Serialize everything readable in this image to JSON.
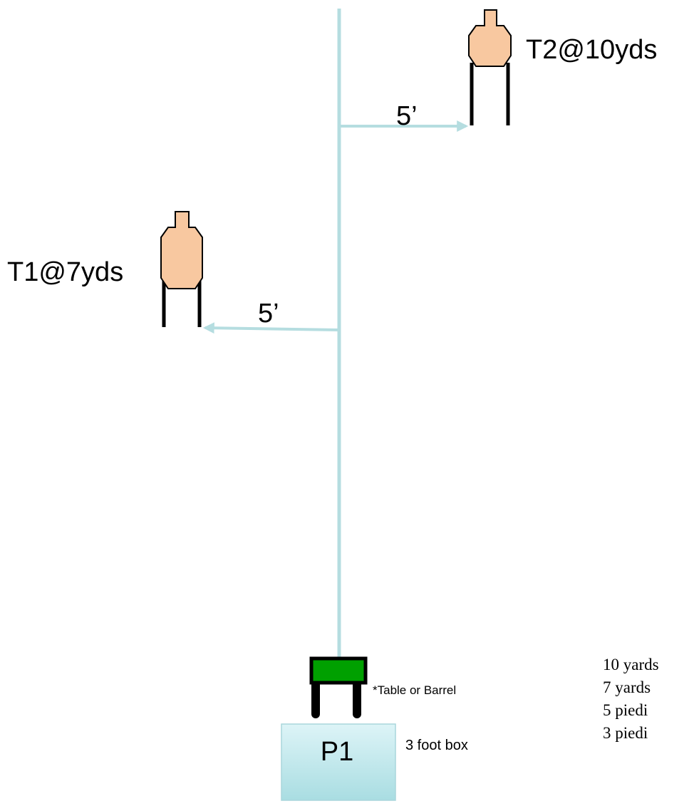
{
  "targets": [
    {
      "id": "T1",
      "label": "T1@7yds"
    },
    {
      "id": "T2",
      "label": "T2@10yds"
    }
  ],
  "offsets": [
    {
      "label": "5’"
    },
    {
      "label": "5’"
    }
  ],
  "position": {
    "label": "P1",
    "box_label": "3 foot box"
  },
  "table": {
    "label": "*Table or Barrel"
  },
  "notes": [
    "10 yards",
    "7 yards",
    "5 piedi",
    "3 piedi"
  ],
  "colors": {
    "line": "#b5dde0",
    "target_fill": "#f8c8a0",
    "target_stroke": "#000000",
    "table_top": "#00a000",
    "box_fill_top": "#ddf4f7",
    "box_fill_bottom": "#a9dde2",
    "box_stroke": "#a9d6dc"
  }
}
